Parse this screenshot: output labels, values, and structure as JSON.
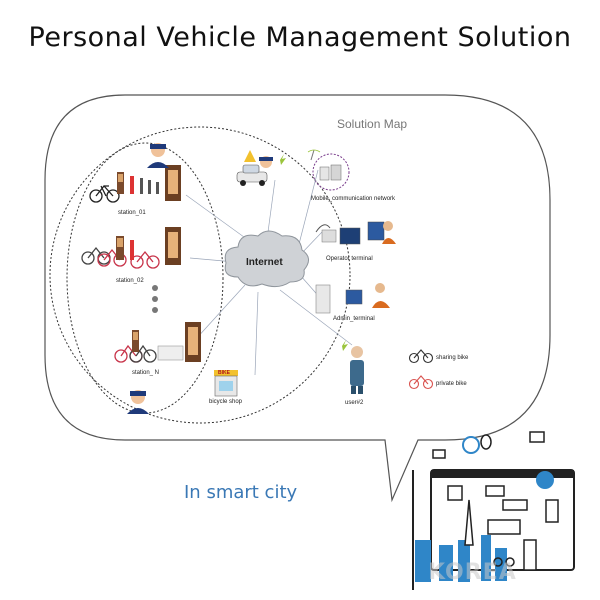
{
  "title": "Personal Vehicle Management Solution",
  "subtitle_bottom": "In smart city",
  "solution_map_label": "Solution Map",
  "hub_label": "Internet",
  "stations": [
    "station_01",
    "station_02",
    "station_ N"
  ],
  "nodes": {
    "mobile_network": "Mobile_communication network",
    "operator_terminal": "Operator terminal",
    "admin_terminal": "Admin_terminal",
    "user": "user#2",
    "bicycle_shop": "bicycle shop",
    "bike_sign": "BIKE"
  },
  "legend": {
    "sharing": "sharing bike",
    "private": "private bike",
    "sharing_color": "#333333",
    "private_color": "#d9534f"
  },
  "watermark": "KOREA",
  "colors": {
    "accent_blue": "#3a78b5",
    "bubble_stroke": "#555555",
    "city_blue": "#2f86c8"
  }
}
